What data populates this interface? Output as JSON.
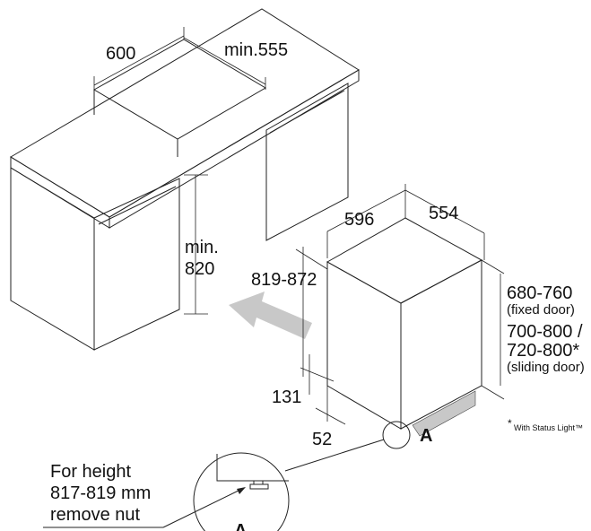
{
  "cabinet": {
    "width_label": "600",
    "depth_label": "min.555",
    "height_label_1": "min.",
    "height_label_2": "820"
  },
  "dishwasher": {
    "width_label": "596",
    "depth_label": "554",
    "height_label": "819-872",
    "plinth_height_label": "131",
    "plinth_depth_label": "52",
    "door_fixed_range": "680-760",
    "door_fixed_note": "(fixed door)",
    "door_sliding_range_1": "700-800 /",
    "door_sliding_range_2": "720-800*",
    "door_sliding_note": "(sliding door)",
    "detail_marker": "A",
    "footnote_star": "*",
    "footnote": "With Status Light™"
  },
  "detail": {
    "note_line1": "For height",
    "note_line2": "817-819 mm",
    "note_line3": "remove nut",
    "label": "A"
  },
  "colors": {
    "appliance": "#9a9a9a",
    "appliance_top": "#a6a6a6",
    "arrow": "#c8c8c8"
  }
}
